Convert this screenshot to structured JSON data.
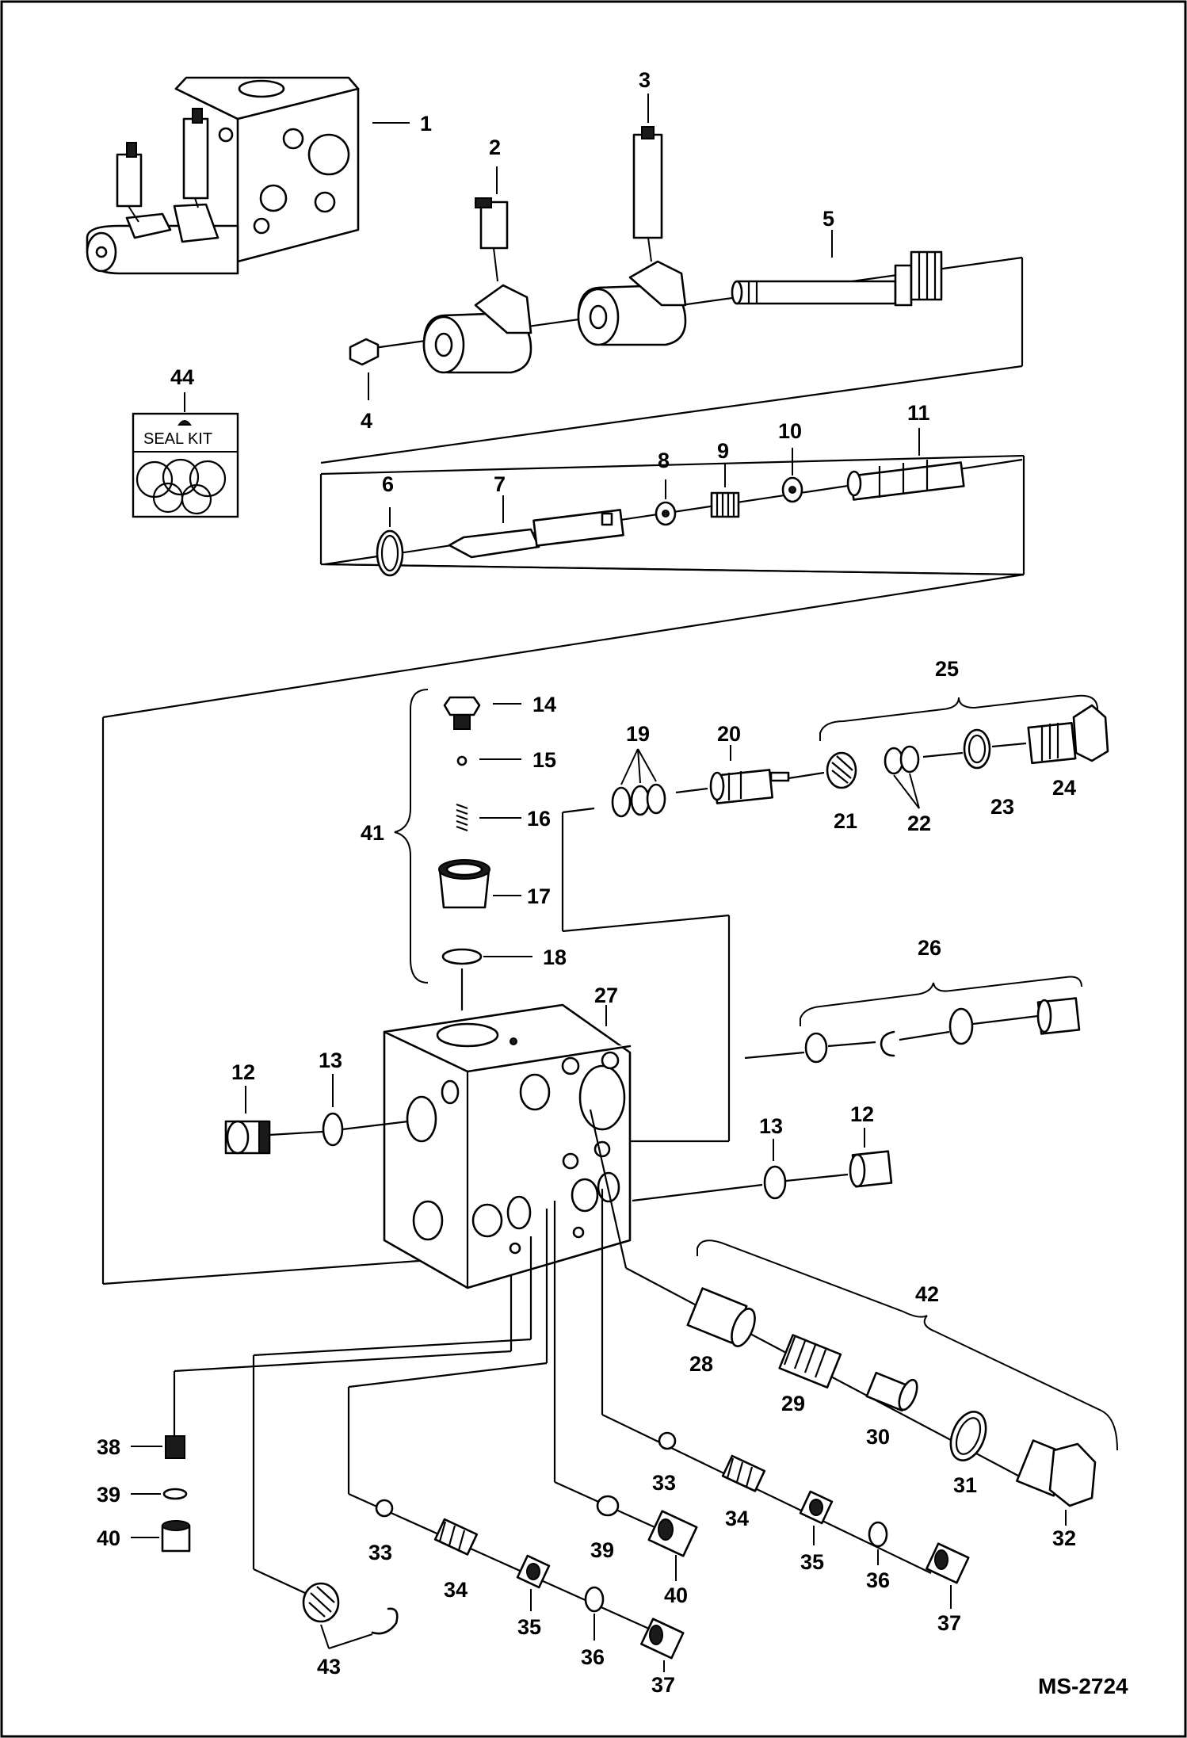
{
  "drawing_number": "MS-2724",
  "seal_kit": {
    "callout": "44",
    "label": "SEAL KIT"
  },
  "callouts": {
    "c1": "1",
    "c2": "2",
    "c3": "3",
    "c4": "4",
    "c5": "5",
    "c6": "6",
    "c7": "7",
    "c8": "8",
    "c9": "9",
    "c10": "10",
    "c11": "11",
    "c12a": "12",
    "c12b": "12",
    "c13a": "13",
    "c13b": "13",
    "c14": "14",
    "c15": "15",
    "c16": "16",
    "c17": "17",
    "c18": "18",
    "c19": "19",
    "c20": "20",
    "c21": "21",
    "c22": "22",
    "c23": "23",
    "c24": "24",
    "c25": "25",
    "c26": "26",
    "c27": "27",
    "c28": "28",
    "c29": "29",
    "c30": "30",
    "c31": "31",
    "c32": "32",
    "c33a": "33",
    "c33b": "33",
    "c34a": "34",
    "c34b": "34",
    "c35a": "35",
    "c35b": "35",
    "c36a": "36",
    "c36b": "36",
    "c37a": "37",
    "c37b": "37",
    "c38": "38",
    "c39a": "39",
    "c39b": "39",
    "c40a": "40",
    "c40b": "40",
    "c41": "41",
    "c42": "42",
    "c43": "43"
  }
}
